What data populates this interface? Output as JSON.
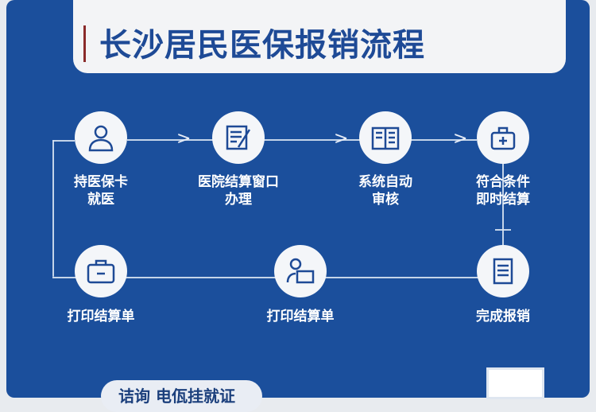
{
  "title": "长沙居民医保报销流程",
  "steps": [
    {
      "label1": "持医保卡",
      "label2": "就医",
      "icon": "doctor-icon"
    },
    {
      "label1": "医院结算窗口",
      "label2": "办理",
      "icon": "form-icon"
    },
    {
      "label1": "系统自动",
      "label2": "审核",
      "icon": "document-icon"
    },
    {
      "label1": "符合条件",
      "label2": "即时结算",
      "icon": "medical-kit-icon"
    },
    {
      "label1": "打印结算单",
      "label2": "",
      "icon": "briefcase-icon"
    },
    {
      "label1": "打印结算单",
      "label2": "",
      "icon": "id-card-icon"
    },
    {
      "label1": "完成报销",
      "label2": "",
      "icon": "receipt-icon"
    }
  ],
  "footer": {
    "text": "诘询 电佤挂就证"
  },
  "colors": {
    "panel": "#1b4f9c",
    "title": "#1e4a96"
  }
}
